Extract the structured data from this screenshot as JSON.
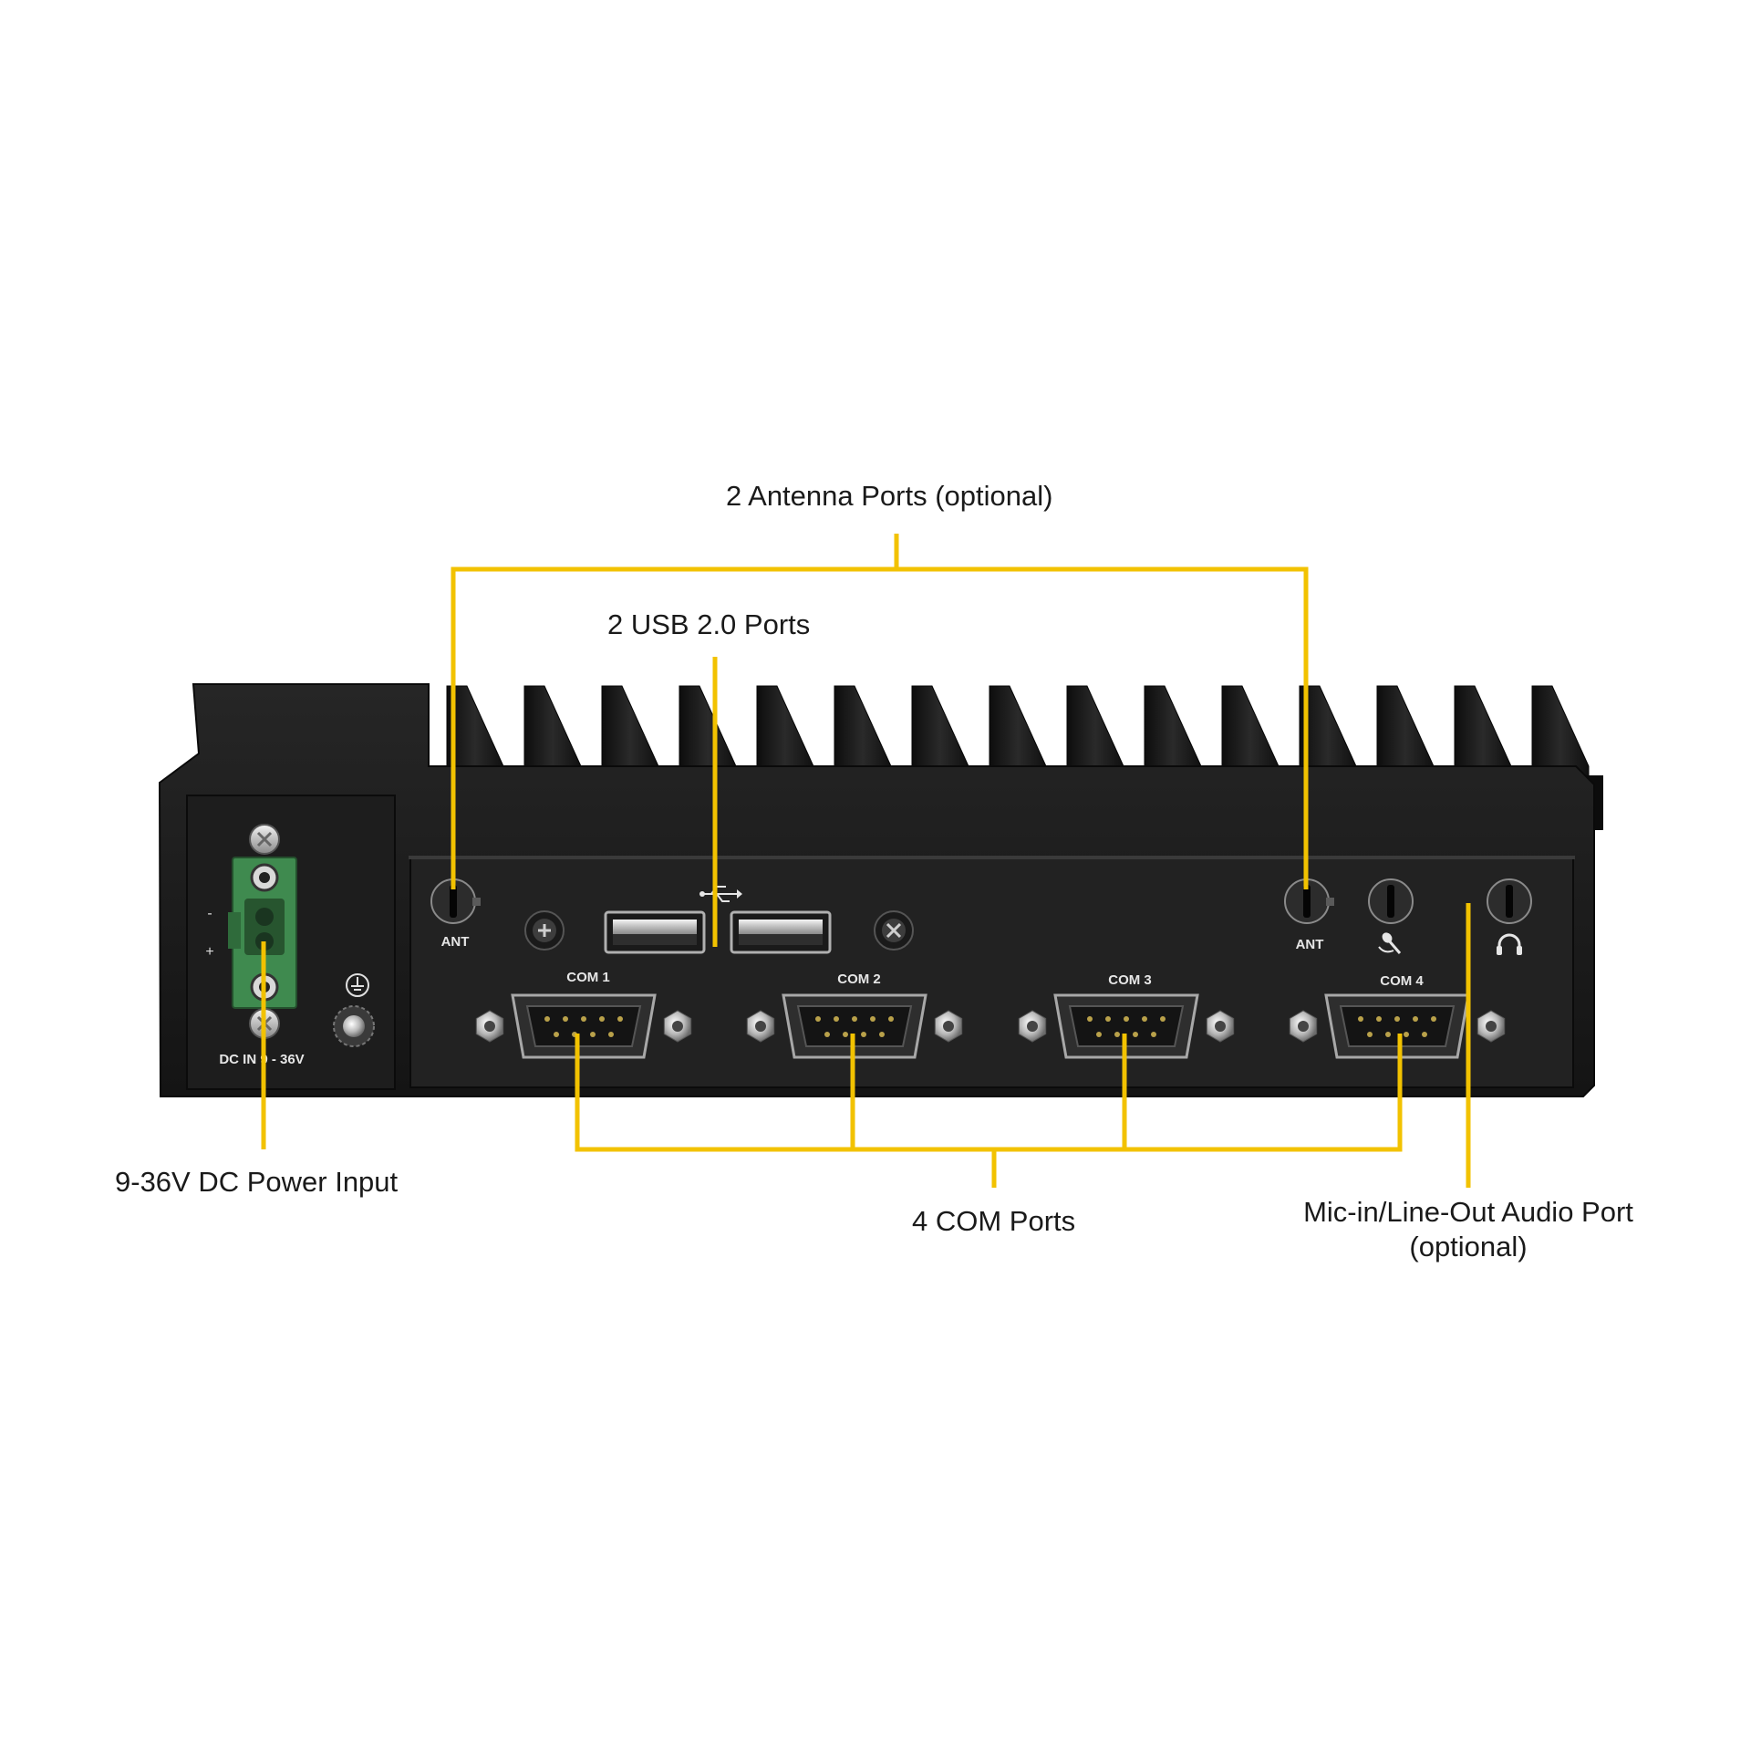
{
  "callouts": {
    "antenna": "2 Antenna Ports (optional)",
    "usb": "2 USB 2.0 Ports",
    "power": "9-36V DC Power Input",
    "com": "4 COM Ports",
    "audio_line1": "Mic-in/Line-Out Audio Port",
    "audio_line2": "(optional)"
  },
  "panel_labels": {
    "ant_left": "ANT",
    "ant_right": "ANT",
    "com1": "COM 1",
    "com2": "COM 2",
    "com3": "COM 3",
    "com4": "COM 4",
    "dc_in": "DC IN 9 - 36V",
    "minus": "-",
    "plus": "+"
  },
  "icons": {
    "usb": "usb-icon",
    "ground": "ground-icon",
    "mic": "microphone-icon",
    "headphone": "headphone-icon"
  },
  "colors": {
    "leader_line": "#f2c200",
    "chassis": "#1b1b1b",
    "terminal_block": "#3f8a4f"
  }
}
